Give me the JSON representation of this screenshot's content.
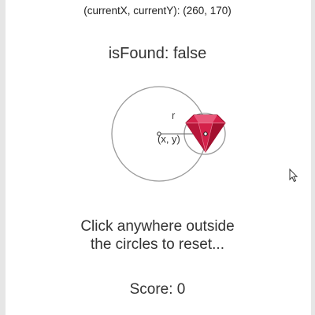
{
  "status": {
    "coords_text": "(currentX, currentY): (260, 170)",
    "found_text": "isFound: false"
  },
  "diagram": {
    "radius_label": "r",
    "center_label": "(x, y)"
  },
  "instruction": {
    "line1": "Click anywhere outside",
    "line2": "the circles to reset..."
  },
  "score": {
    "text": "Score: 0"
  },
  "colors": {
    "circle_stroke": "#9a9a9a",
    "gem_fill": "#d4214a",
    "gem_dark": "#a3102f",
    "gem_light": "#e8587a",
    "text": "#333333"
  },
  "icons": {
    "gem": "ruby-gem-icon",
    "cursor": "mouse-pointer-icon"
  }
}
